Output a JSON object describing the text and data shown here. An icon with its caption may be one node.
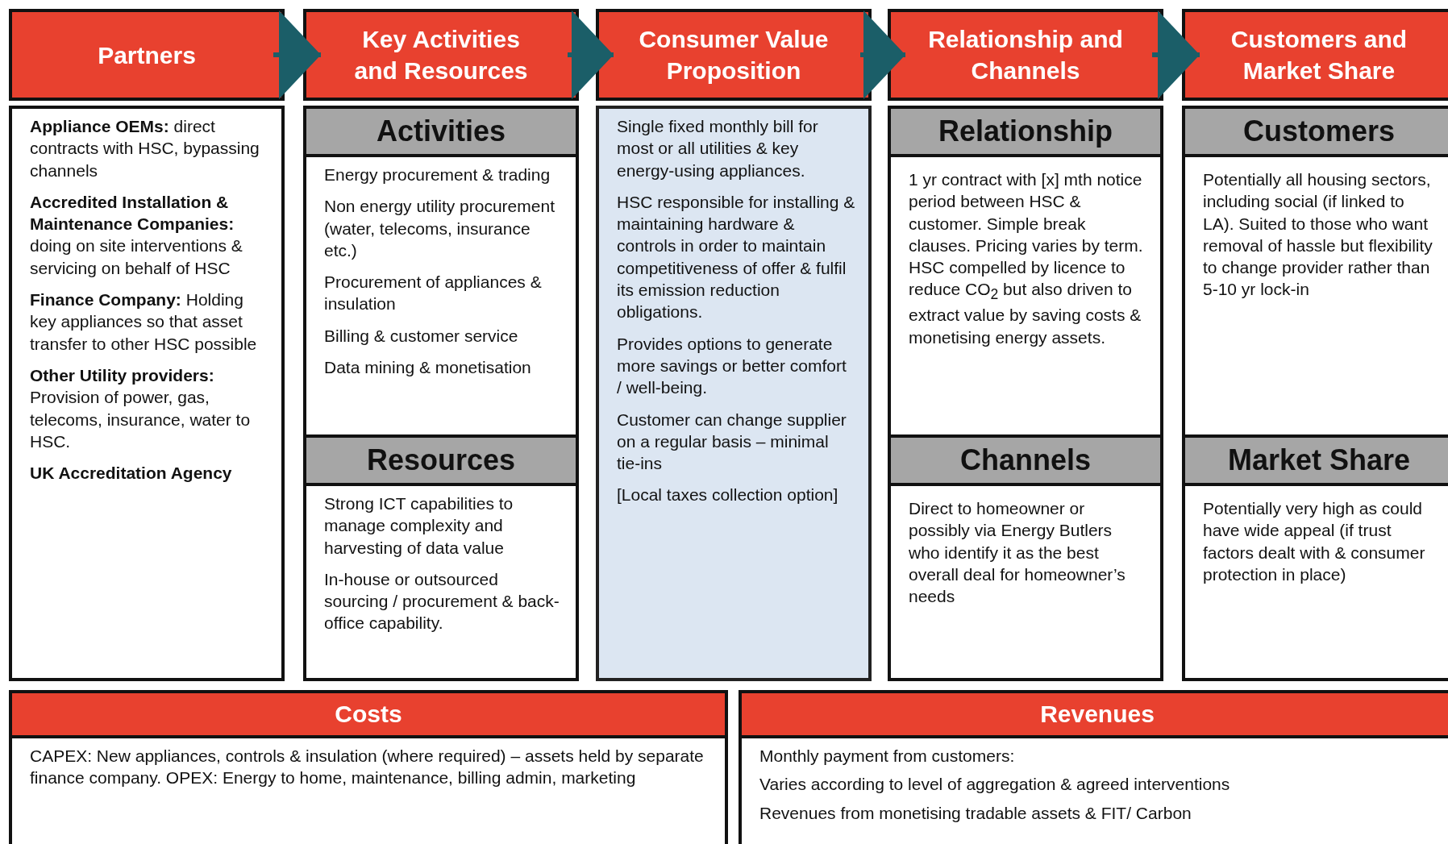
{
  "diagram": {
    "nodes": [
      {
        "text": [
          "Partners"
        ]
      },
      {
        "text": [
          "Key Activities and Resources"
        ]
      },
      {
        "text": [
          "Consumer Value Proposition"
        ]
      },
      {
        "text": [
          "Relationship and Channels"
        ]
      },
      {
        "text": [
          "Customers and Market Share"
        ]
      },
      {
        "text": [
          "**Appliance OEMs:** direct contracts with HSC, bypassing channels",
          "**Accredited Installation & Maintenance Companies:** doing on site interventions & servicing on behalf of HSC",
          "**Finance Company:** Holding key appliances so that asset transfer to other HSC possible",
          "**Other Utility providers:** Provision of power, gas, telecoms, insurance, water to HSC.",
          "**UK Accreditation Agency**"
        ]
      },
      {
        "text": [
          "Activities",
          "Energy procurement & trading",
          "Non energy utility procurement (water, telecoms, insurance etc.)",
          "Procurement of appliances & insulation",
          "Billing & customer service",
          "Data mining & monetisation"
        ]
      },
      {
        "text": [
          "Resources",
          "Strong ICT capabilities to manage complexity and harvesting of data value",
          "In-house or outsourced sourcing / procurement & back-office capability."
        ]
      },
      {
        "text": [
          "Single fixed monthly bill for most or all utilities & key energy-using appliances.",
          "HSC responsible for installing & maintaining hardware & controls in order to maintain competitiveness of offer & fulfil its emission reduction obligations.",
          "Provides options to generate more savings or better comfort / well-being.",
          "Customer can change supplier on a regular basis – minimal tie-ins",
          "[Local taxes collection option]"
        ]
      },
      {
        "text": [
          "Relationship",
          "1 yr contract with [x] mth notice period between HSC & customer. Simple break clauses. Pricing varies by term. HSC compelled by licence to reduce CO$_{2}$ but also driven to extract value by saving costs & monetising energy assets."
        ]
      },
      {
        "text": [
          "Channels",
          "Direct to homeowner or possibly via Energy Butlers who identify it as the best overall deal for homeowner’s needs"
        ]
      },
      {
        "text": [
          "Customers",
          "Potentially all housing sectors, including social (if linked to LA). Suited to those who want removal of hassle but flexibility to change provider rather than 5-10 yr lock-in"
        ]
      },
      {
        "text": [
          "Market Share",
          "Potentially very high as could have wide appeal (if trust factors dealt with & consumer protection in place)"
        ]
      },
      {
        "text": [
          "Costs",
          "CAPEX: New appliances, controls & insulation (where required) – assets held by separate finance company. OPEX: Energy to home, maintenance, billing admin, marketing"
        ]
      },
      {
        "text": [
          "Revenues",
          "Monthly payment from customers:",
          "Varies according to level of aggregation & agreed interventions",
          "Revenues from monetising tradable assets & FIT/ Carbon"
        ]
      }
    ],
    "edges": [
      {
        "from": 0,
        "to": 1,
        "arrow": "to"
      },
      {
        "from": 1,
        "to": 2,
        "arrow": "to"
      },
      {
        "from": 2,
        "to": 3,
        "arrow": "to"
      },
      {
        "from": 3,
        "to": 4,
        "arrow": "to"
      }
    ]
  }
}
